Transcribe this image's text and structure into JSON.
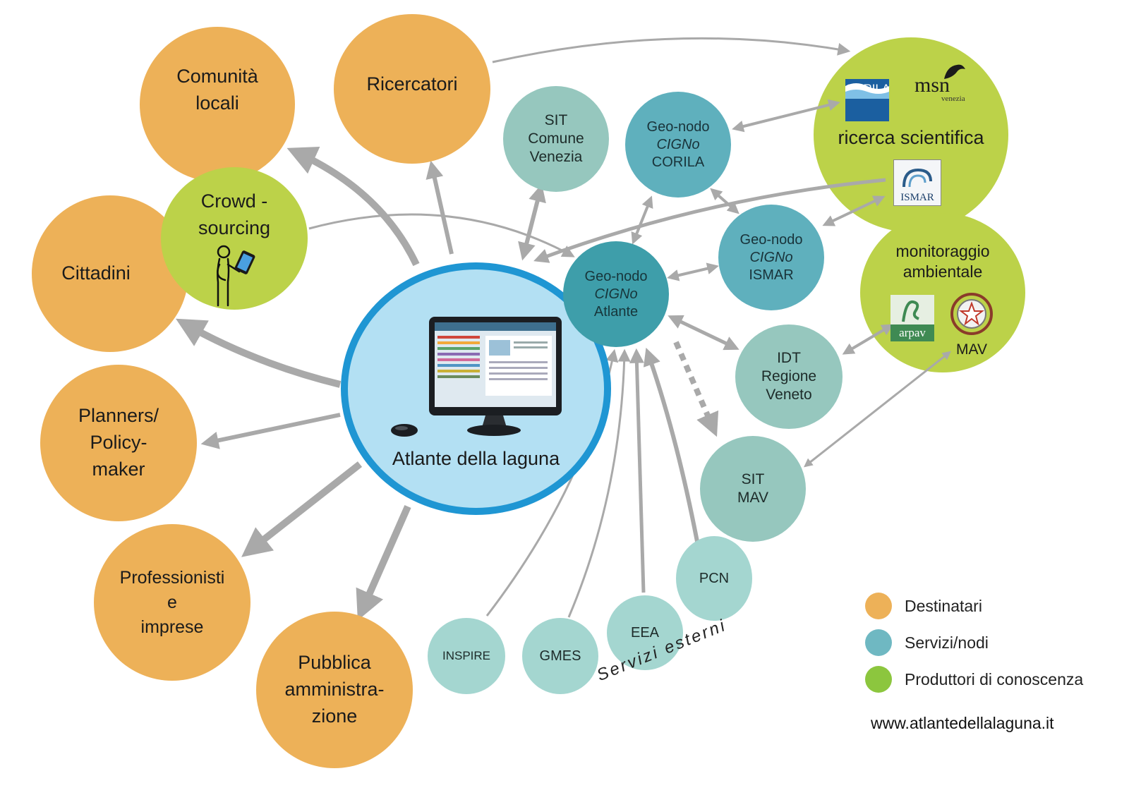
{
  "colors": {
    "destinatari": "#edb158",
    "servizi": "#96c7be",
    "produttori": "#bcd249",
    "hub_fill": "#b3e0f3",
    "hub_ring": "#1f96d3",
    "arrow": "#a9a9a9"
  },
  "hub": {
    "label": "Atlante della laguna",
    "icon": "computer-monitor-and-mouse-icon"
  },
  "destinatari": {
    "comunita": [
      "Comunità",
      "locali"
    ],
    "ricercatori": [
      "Ricercatori"
    ],
    "cittadini": [
      "Cittadini"
    ],
    "planners": [
      "Planners/",
      "Policy-",
      "maker"
    ],
    "professionisti": [
      "Professionisti",
      "e",
      "imprese"
    ],
    "pubblica": [
      "Pubblica",
      "amministra-",
      "zione"
    ]
  },
  "crowd": {
    "lines": [
      "Crowd -",
      "sourcing"
    ],
    "icon": "person-with-tablet-icon"
  },
  "servizi": {
    "sit_venezia": [
      "SIT",
      "Comune",
      "Venezia"
    ],
    "corila_node": [
      "Geo-nodo",
      "CIGNo",
      "CORILA"
    ],
    "ismar_node": [
      "Geo-nodo",
      "CIGNo",
      "ISMAR"
    ],
    "atlante_node": [
      "Geo-nodo",
      "CIGNo",
      "Atlante"
    ],
    "idt": [
      "IDT",
      "Regione",
      "Veneto"
    ],
    "sit_mav": [
      "SIT",
      "MAV"
    ]
  },
  "esterni": {
    "caption": "Servizi esterni",
    "inspire": "INSPIRE",
    "gmes": "GMES",
    "eea": "EEA",
    "pcn": "PCN"
  },
  "produttori": {
    "ricerca": "ricerca scientifica",
    "monitoraggio": [
      "monitoraggio",
      "ambientale"
    ],
    "logos": {
      "corila": "CORILA",
      "msn": "msn",
      "msn_sub": "venezia",
      "ismar": "ISMAR",
      "arpav": "arpav",
      "mav": "MAV"
    }
  },
  "legend": [
    {
      "label": "Destinatari",
      "color": "#edb158"
    },
    {
      "label": "Servizi/nodi",
      "color": "#6fb8c2"
    },
    {
      "label": "Produttori di conoscenza",
      "color": "#8cc63e"
    }
  ],
  "website": "www.atlantedellalaguna.it"
}
